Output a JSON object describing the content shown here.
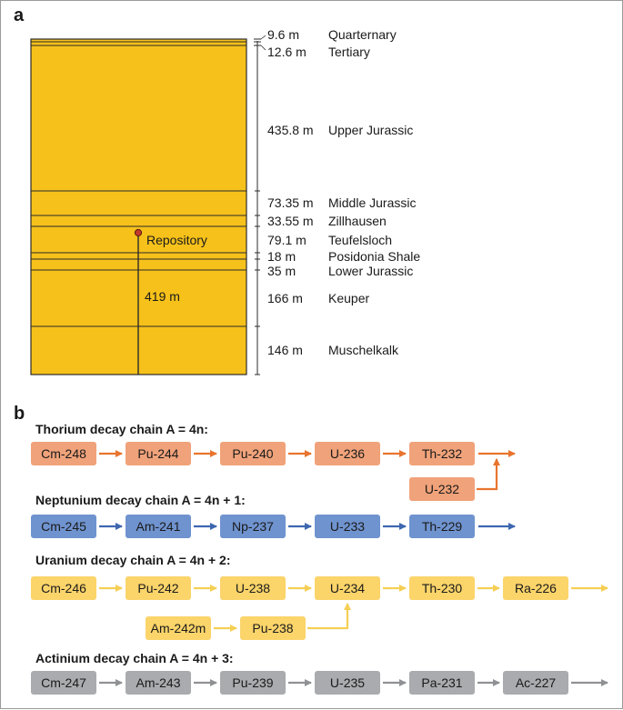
{
  "panel_a": {
    "letter": "a",
    "layers": [
      {
        "thickness": "9.6 m",
        "name": "Quarternary"
      },
      {
        "thickness": "12.6 m",
        "name": "Tertiary"
      },
      {
        "thickness": "435.8 m",
        "name": "Upper Jurassic"
      },
      {
        "thickness": "73.35 m",
        "name": "Middle Jurassic"
      },
      {
        "thickness": "33.55 m",
        "name": "Zillhausen"
      },
      {
        "thickness": "79.1 m",
        "name": "Teufelsloch"
      },
      {
        "thickness": "18 m",
        "name": "Posidonia Shale"
      },
      {
        "thickness": "35 m",
        "name": "Lower Jurassic"
      },
      {
        "thickness": "166 m",
        "name": "Keuper"
      },
      {
        "thickness": "146 m",
        "name": "Muschelkalk"
      }
    ],
    "repository_label": "Repository",
    "depth_label": "419 m",
    "colors": {
      "rock": "#f6c11a",
      "line": "#2b2b2b",
      "repository": "#c0392b"
    }
  },
  "panel_b": {
    "letter": "b",
    "chains": [
      {
        "title": "Thorium decay chain A = 4n:",
        "color_fill": "#f0a27a",
        "color_arrow": "#e8742f",
        "nodes": [
          "Cm-248",
          "Pu-244",
          "Pu-240",
          "U-236",
          "Th-232"
        ],
        "side_nodes": [
          "U-232"
        ]
      },
      {
        "title": "Neptunium decay chain A = 4n + 1:",
        "color_fill": "#6f93cf",
        "color_arrow": "#3e67b0",
        "nodes": [
          "Cm-245",
          "Am-241",
          "Np-237",
          "U-233",
          "Th-229"
        ],
        "side_nodes": []
      },
      {
        "title": "Uranium decay chain A = 4n + 2:",
        "color_fill": "#fbd46a",
        "color_arrow": "#f5cf55",
        "nodes": [
          "Cm-246",
          "Pu-242",
          "U-238",
          "U-234",
          "Th-230",
          "Ra-226"
        ],
        "side_nodes": [
          "Am-242m",
          "Pu-238"
        ]
      },
      {
        "title": "Actinium decay chain A = 4n + 3:",
        "color_fill": "#a9abae",
        "color_arrow": "#8f9194",
        "nodes": [
          "Cm-247",
          "Am-243",
          "Pu-239",
          "U-235",
          "Pa-231",
          "Ac-227"
        ],
        "side_nodes": []
      }
    ]
  }
}
